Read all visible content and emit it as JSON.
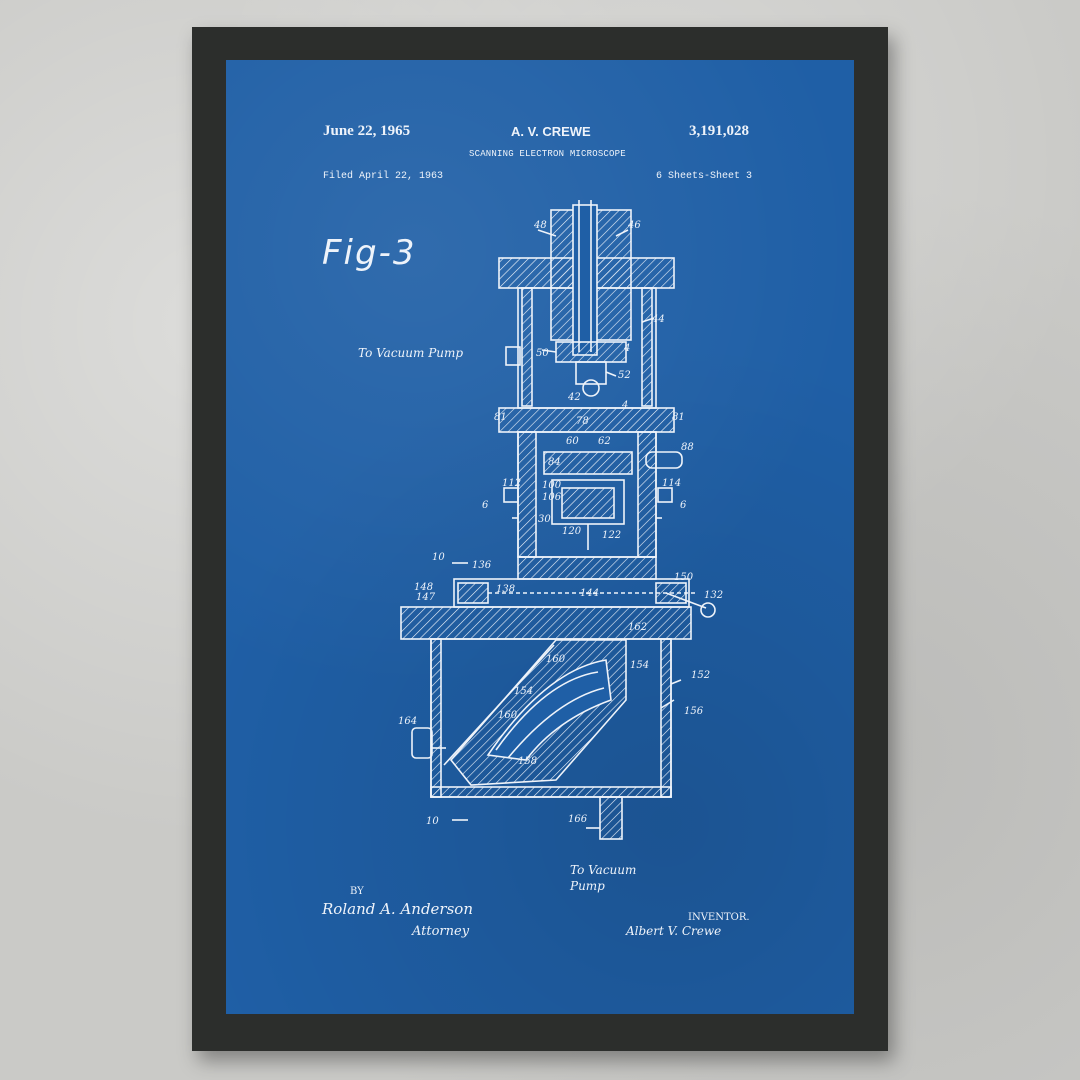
{
  "patent": {
    "date": "June 22, 1965",
    "inventor_header": "A. V. CREWE",
    "number": "3,191,028",
    "title": "SCANNING ELECTRON MICROSCOPE",
    "filed": "Filed April 22, 1963",
    "sheets": "6 Sheets-Sheet 3",
    "figure": "Fig-3"
  },
  "labels": {
    "vacuum_top": "To Vacuum Pump",
    "vacuum_bottom": "To Vacuum Pump",
    "by": "BY",
    "attorney_signature": "Roland A. Anderson",
    "attorney": "Attorney",
    "inventor_label": "INVENTOR.",
    "inventor_signature": "Albert V. Crewe"
  },
  "reference_numerals": [
    "48",
    "46",
    "44",
    "50",
    "4",
    "52",
    "42",
    "4",
    "81",
    "78",
    "81",
    "60",
    "62",
    "88",
    "84",
    "112",
    "100",
    "106",
    "114",
    "6",
    "6",
    "30",
    "120",
    "122",
    "10",
    "136",
    "138",
    "148",
    "150",
    "147",
    "144",
    "132",
    "162",
    "160",
    "154",
    "152",
    "154",
    "156",
    "160",
    "164",
    "158",
    "10",
    "166"
  ],
  "colors": {
    "blueprint": "#1f5fa6",
    "frame": "#2c2e2c",
    "wall": "#cacac7",
    "ink": "#eef3fa"
  }
}
